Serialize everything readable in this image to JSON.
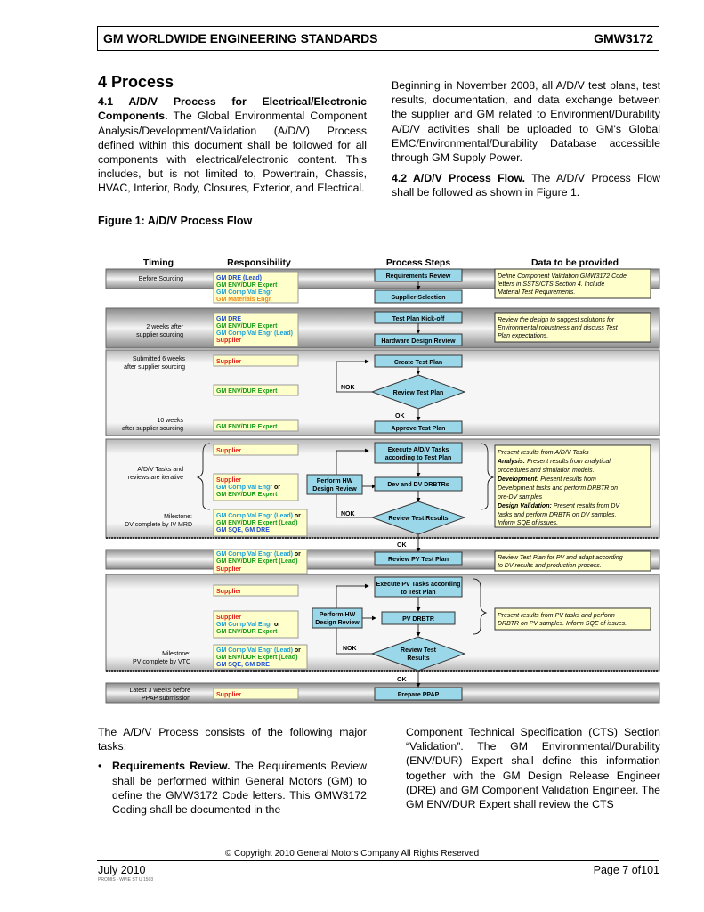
{
  "header": {
    "left": "GM WORLDWIDE ENGINEERING STANDARDS",
    "right": "GMW3172"
  },
  "section": {
    "title": "4 Process",
    "p1_bold": "4.1 A/D/V Process for Electrical/Electronic Components.",
    "p1_text": "The Global Environmental Component Analysis/Development/Validation (A/D/V) Process defined within this document shall be followed for all components with electrical/electronic content. This includes, but is not limited to, Powertrain, Chassis, HVAC, Interior, Body, Closures, Exterior, and Electrical.",
    "p2_text": "Beginning in November 2008, all A/D/V test plans, test results, documentation, and data exchange between the supplier and GM related to Environment/Durability A/D/V activities shall be uploaded to GM's Global EMC/Environmental/Durability Database accessible through GM Supply Power.",
    "p3_bold": "4.2 A/D/V Process Flow.",
    "p3_text": "The A/D/V Process Flow shall be followed as shown in Figure 1."
  },
  "figure": {
    "caption": "Figure 1: A/D/V Process Flow",
    "headers": {
      "timing": "Timing",
      "resp": "Responsibility",
      "steps": "Process Steps",
      "data": "Data to be provided"
    },
    "timing": {
      "t1": "Before Sourcing",
      "t2a": "2 weeks after",
      "t2b": "supplier sourcing",
      "t3a": "Submitted 6 weeks",
      "t3b": "after supplier sourcing",
      "t4a": "10 weeks",
      "t4b": "after supplier sourcing",
      "t5a": "A/D/V Tasks and",
      "t5b": "reviews are iterative",
      "t6a": "Milestone:",
      "t6b": "DV complete by IV MRD",
      "t7a": "Milestone:",
      "t7b": "PV complete by VTC",
      "t8a": "Latest 3 weeks before",
      "t8b": "PPAP submission"
    },
    "resp": {
      "r1a": "GM DRE (Lead)",
      "r1b": "GM ENV/DUR Expert",
      "r1c": "GM Comp Val Engr",
      "r1d": "GM Materials Engr",
      "r2a": "GM DRE",
      "r2b": "GM ENV/DUR Expert",
      "r2c": "GM Comp Val Engr (Lead)",
      "r2d": "Supplier",
      "r3": "Supplier",
      "r4": "GM ENV/DUR Expert",
      "r5": "GM ENV/DUR Expert",
      "r6": "Supplier",
      "r7a": "Supplier",
      "r7b": "GM Comp Val Engr",
      "r7b2": " or",
      "r7c": "GM ENV/DUR Expert",
      "r8a": "GM Comp Val Engr (Lead)",
      "r8a2": " or",
      "r8b": "GM ENV/DUR Expert (Lead)",
      "r8c": "GM SQE, GM DRE",
      "r9a": "GM Comp Val Engr (Lead)",
      "r9a2": " or",
      "r9b": "GM ENV/DUR Expert (Lead)",
      "r9c": "Supplier",
      "r10": "Supplier",
      "r11a": "Supplier",
      "r11b": "GM Comp Val Engr",
      "r11b2": " or",
      "r11c": "GM ENV/DUR Expert",
      "r12a": "GM Comp Val Engr (Lead)",
      "r12a2": " or",
      "r12b": "GM ENV/DUR Expert (Lead)",
      "r12c": "GM SQE, GM DRE",
      "r13": "Supplier"
    },
    "steps": {
      "s1": "Requirements Review",
      "s2": "Supplier Selection",
      "s3": "Test Plan Kick-off",
      "s4": "Hardware Design Review",
      "s5": "Create Test Plan",
      "s6": "Review Test Plan",
      "s7": "Approve Test Plan",
      "s8a": "Execute A/D/V Tasks",
      "s8b": "according to Test Plan",
      "s9": "Dev and DV DRBTRs",
      "s10a": "Perform HW",
      "s10b": "Design Review",
      "s11": "Review Test Results",
      "s12": "Review PV Test Plan",
      "s13a": "Execute PV Tasks according",
      "s13b": "to Test Plan",
      "s14": "PV DRBTR",
      "s15a": "Perform HW",
      "s15b": "Design Review",
      "s16a": "Review Test",
      "s16b": "Results",
      "s17": "Prepare PPAP",
      "nok": "NOK",
      "ok": "OK"
    },
    "data": {
      "d1a": "Define Component Validation GMW3172 Code",
      "d1b": "letters in SSTS/CTS Section 4.  Include",
      "d1c": "Material Test Requirements.",
      "d2a": "Review the design to suggest solutions for",
      "d2b": "Environmental robustness and discuss Test",
      "d2c": "Plan expectations.",
      "d3a": "Present results from A/D/V Tasks",
      "d3b1": "Analysis:",
      "d3b2": " Present results from analytical",
      "d3c": "procedures and simulation models.",
      "d3d1": "Development:",
      "d3d2": " Present results from",
      "d3e": "Development tasks and perform DRBTR on",
      "d3f": "pre-DV samples",
      "d3g1": "Design Validation:",
      "d3g2": " Present results from DV",
      "d3h": "tasks and perform DRBTR on DV samples.",
      "d3i": "Inform SQE of issues.",
      "d4a": "Review Test Plan for PV and adapt according",
      "d4b": "to DV results and production process.",
      "d5a": "Present results from PV tasks and perform",
      "d5b": "DRBTR on PV samples.  Inform SQE of issues."
    }
  },
  "lower": {
    "left_intro": "The A/D/V Process consists of the following major tasks:",
    "bullet_dot": "•",
    "bullet_bold": "Requirements Review.",
    "bullet_text": "The Requirements Review shall be performed within General Motors (GM) to define the GMW3172 Code letters. This GMW3172 Coding shall be documented in the",
    "right_text": "Component Technical Specification (CTS) Section “Validation”. The GM Environmental/Durability (ENV/DUR) Expert shall define this information together with the GM Design Release Engineer (DRE) and GM Component Validation Engineer. The GM ENV/DUR Expert shall review the CTS"
  },
  "footer": {
    "copyright": "© Copyright 2010 General Motors Company All Rights Reserved",
    "date": "July 2010",
    "page": "Page 7 of101",
    "small": "PROMIS - WPIE ST U 1503"
  },
  "colors": {
    "blue": "#1f4fd0",
    "green": "#1a9a1a",
    "cyan": "#1aa0d8",
    "red": "#e0201a",
    "orange": "#f08a1a",
    "box": "#9ad7e8",
    "note": "#ffffcc"
  }
}
